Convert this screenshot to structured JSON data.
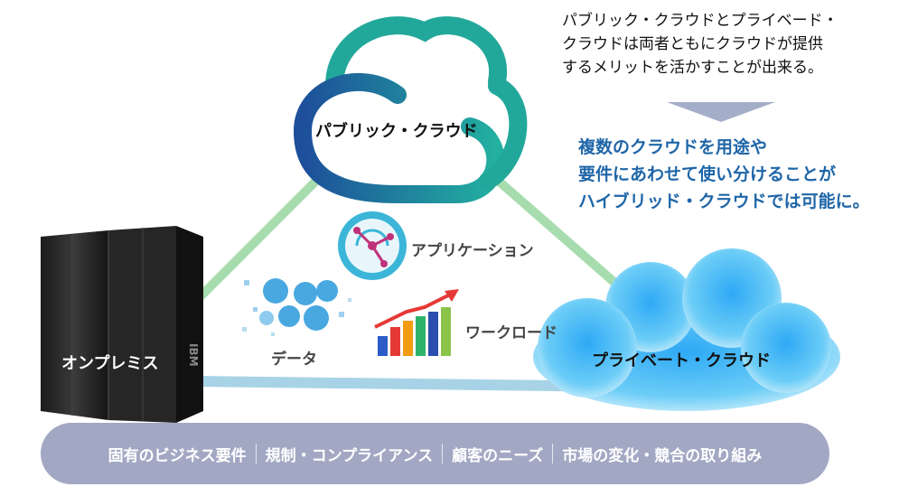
{
  "note_lines": [
    "パブリック・クラウドとプライベード・",
    "クラウドは両者ともにクラウドが提供",
    "するメリットを活かすことが出来る。"
  ],
  "key_lines": [
    "複数のクラウドを用途や",
    "要件にあわせて使い分けることが",
    "ハイブリッド・クラウドでは可能に。"
  ],
  "nodes": {
    "public_cloud": "パブリック・クラウド",
    "on_premises": "オンプレミス",
    "private_cloud": "プライベート・クラウド"
  },
  "assets": {
    "application": "アプリケーション",
    "data": "データ",
    "workload": "ワークロード"
  },
  "factors": [
    "固有のビジネス要件",
    "規制・コンプライアンス",
    "顧客のニーズ",
    "市場の変化・競合の取り組み"
  ],
  "colors": {
    "accent_blue": "#1f66a8",
    "pill": "#a2a8c3",
    "teal": "#22a89a",
    "cloud_blue": "#1e5fa0"
  }
}
